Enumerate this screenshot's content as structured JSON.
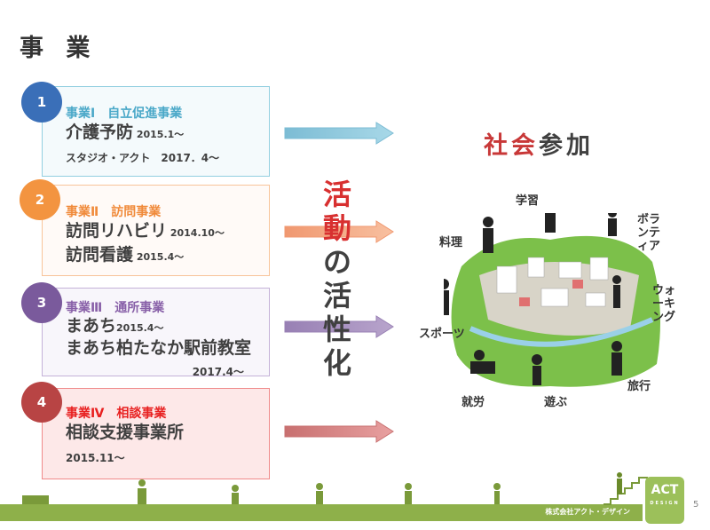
{
  "title": "事 業",
  "items": [
    {
      "num": "1",
      "category": "事業Ⅰ　自立促進事業",
      "lines": [
        {
          "main": "介護予防",
          "date": " 2015.1～"
        },
        {
          "main": "",
          "date": "スタジオ・アクト　2017．4～"
        }
      ],
      "color": "#4aa8c8",
      "circle": "#3a6fb8",
      "border": "#92cfe0",
      "bg": "#f4fafc"
    },
    {
      "num": "2",
      "category": "事業Ⅱ　訪問事業",
      "lines": [
        {
          "main": "訪問リハビリ",
          "date": " 2014.10～"
        },
        {
          "main": "訪問看護",
          "date": " 2015.4～"
        }
      ],
      "color": "#f08a3a",
      "circle": "#f39440",
      "border": "#f8c49a",
      "bg": "#fffaf7"
    },
    {
      "num": "3",
      "category": "事業Ⅲ　通所事業",
      "lines": [
        {
          "main": "まあち",
          "date": "2015.4～"
        },
        {
          "main": "まあち柏たなか駅前教室",
          "date": ""
        },
        {
          "main": "",
          "date": "2017.4～"
        }
      ],
      "color": "#8860a8",
      "circle": "#7a5a9c",
      "border": "#c4b2d8",
      "bg": "#f8f6fb"
    },
    {
      "num": "4",
      "category": "事業Ⅳ　相談事業",
      "lines": [
        {
          "main": "相談支援事業所",
          "date": ""
        },
        {
          "main": "",
          "date": "2015.11～"
        }
      ],
      "color": "#e82020",
      "circle": "#b84444",
      "border": "#f08a8a",
      "bg": "#fde8e8"
    }
  ],
  "center": {
    "red": "活動",
    "dark": "の活性化"
  },
  "social": {
    "red": "社会",
    "dark": "参加"
  },
  "activities": [
    "学習",
    "料理",
    "ボランティア",
    "ウォーキング",
    "スポーツ",
    "就労",
    "遊ぶ",
    "旅行"
  ],
  "footer": {
    "company": "株式会社アクト・デザイン",
    "logo": "ACT DESIGN",
    "page": "5"
  }
}
